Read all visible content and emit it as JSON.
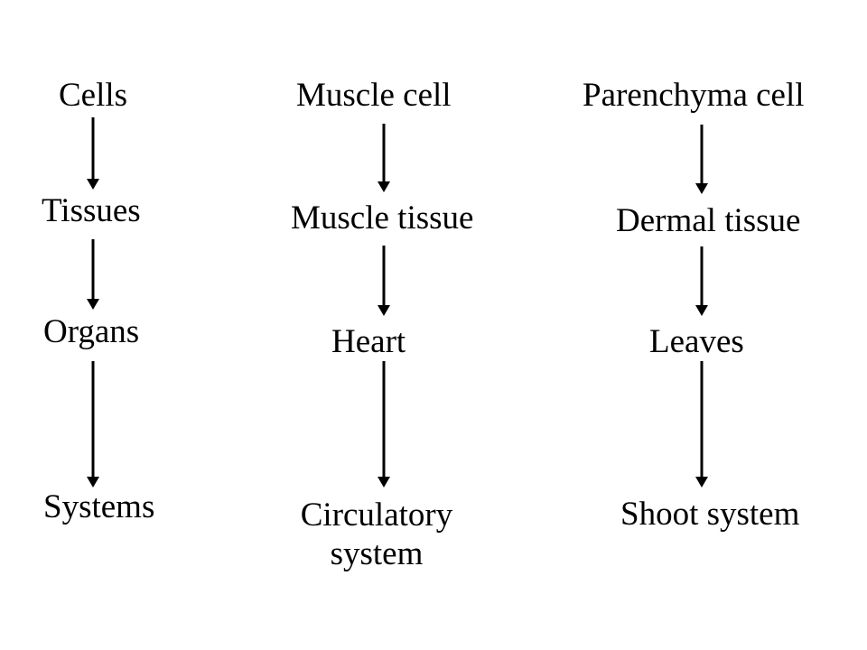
{
  "columns": [
    {
      "id": "general",
      "items": [
        "Cells",
        "Tissues",
        "Organs",
        "Systems"
      ]
    },
    {
      "id": "animal",
      "items": [
        "Muscle cell",
        "Muscle tissue",
        "Heart",
        [
          "Circulatory",
          "system"
        ]
      ]
    },
    {
      "id": "plant",
      "items": [
        "Parenchyma cell",
        "Dermal tissue",
        "Leaves",
        "Shoot system"
      ]
    }
  ]
}
